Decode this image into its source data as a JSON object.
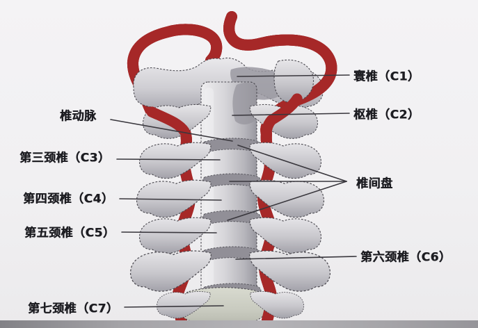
{
  "figure": {
    "subject": "cervical-spine-anatomy",
    "labels": {
      "atlas": "寰椎（C1）",
      "axis": "枢椎（C2）",
      "vertebral_artery": "椎动脉",
      "c3": "第三颈椎（C3）",
      "c4": "第四颈椎（C4）",
      "c5": "第五颈椎（C5）",
      "disc": "椎间盘",
      "c6": "第六颈椎（C6）",
      "c7": "第七颈椎（C7）"
    },
    "colors": {
      "artery_main": "#d84040",
      "artery_shadow": "#a62828",
      "artery_highlight": "#ee7474",
      "bone_light": "#eeedef",
      "bone_mid": "#c9c8cd",
      "bone_shadow": "#98979f",
      "disc": "#918f97",
      "sketch_outline": "#4a484f",
      "callout_line": "#39373d",
      "label_text": "#1d1d22",
      "background": "#f1f0f2",
      "bottom_bar": "#9c9b9e"
    }
  }
}
